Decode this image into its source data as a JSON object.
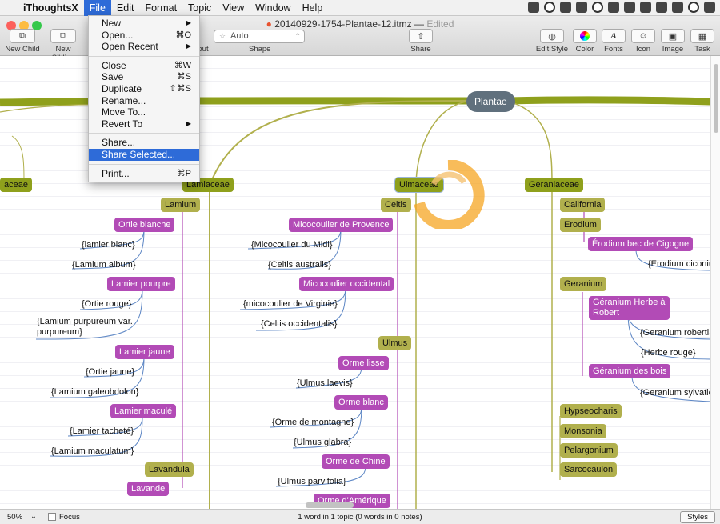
{
  "menubar": {
    "app": "iThoughtsX",
    "items": [
      "File",
      "Edit",
      "Format",
      "Topic",
      "View",
      "Window",
      "Help"
    ]
  },
  "window": {
    "title": "20140929-1754-Plantae-12.itmz",
    "edited": "Edited"
  },
  "toolbar": {
    "new_child": "New Child",
    "new_sibling": "New Sibling",
    "shape_label": "Shape",
    "shape_value": "Auto",
    "share": "Share",
    "edit_style": "Edit Style",
    "color": "Color",
    "fonts": "Fonts",
    "icon": "Icon",
    "image": "Image",
    "task": "Task",
    "hidden_partial": "out"
  },
  "file_menu": [
    {
      "label": "New",
      "submenu": true
    },
    {
      "label": "Open...",
      "shortcut": "⌘O"
    },
    {
      "label": "Open Recent",
      "submenu": true
    },
    {
      "sep": true
    },
    {
      "label": "Close",
      "shortcut": "⌘W"
    },
    {
      "label": "Save",
      "shortcut": "⌘S"
    },
    {
      "label": "Duplicate",
      "shortcut": "⇧⌘S"
    },
    {
      "label": "Rename..."
    },
    {
      "label": "Move To..."
    },
    {
      "label": "Revert To",
      "submenu": true
    },
    {
      "sep": true
    },
    {
      "label": "Share..."
    },
    {
      "label": "Share Selected...",
      "selected": true
    },
    {
      "sep": true
    },
    {
      "label": "Print...",
      "shortcut": "⌘P"
    }
  ],
  "mindmap": {
    "root": "Plantae",
    "nodes": [
      {
        "id": "lam",
        "text": "Lamiaceae",
        "style": "o"
      },
      {
        "id": "acp",
        "text": "aceae",
        "style": "o"
      },
      {
        "id": "ulm",
        "text": "Ulmaceae",
        "style": "o"
      },
      {
        "id": "ger",
        "text": "Geraniaceae",
        "style": "o"
      },
      {
        "id": "lamium",
        "text": "Lamium",
        "style": "y"
      },
      {
        "id": "celtis",
        "text": "Celtis",
        "style": "y"
      },
      {
        "id": "cali",
        "text": "California",
        "style": "y"
      },
      {
        "id": "erod",
        "text": "Erodium",
        "style": "y"
      },
      {
        "id": "ortie",
        "text": "Ortie blanche",
        "style": "p"
      },
      {
        "id": "t1",
        "text": "{lamier blanc}",
        "style": "t"
      },
      {
        "id": "t2",
        "text": "{Lamium album}",
        "style": "t"
      },
      {
        "id": "lampour",
        "text": "Lamier pourpre",
        "style": "p"
      },
      {
        "id": "t3",
        "text": "{Ortie rouge}",
        "style": "t"
      },
      {
        "id": "t4",
        "text": "{Lamium purpureum var.\npurpureum}",
        "style": "t"
      },
      {
        "id": "lamjaune",
        "text": "Lamier jaune",
        "style": "p"
      },
      {
        "id": "t5",
        "text": "{Ortie jaune}",
        "style": "t"
      },
      {
        "id": "t6",
        "text": "{Lamium galeobdolon}",
        "style": "t"
      },
      {
        "id": "lammac",
        "text": "Lamier maculé",
        "style": "p"
      },
      {
        "id": "t7",
        "text": "{Lamier tacheté}",
        "style": "t"
      },
      {
        "id": "t8",
        "text": "{Lamium maculatum}",
        "style": "t"
      },
      {
        "id": "lavandula",
        "text": "Lavandula",
        "style": "y"
      },
      {
        "id": "lavande",
        "text": "Lavande",
        "style": "p"
      },
      {
        "id": "micprov",
        "text": "Micocoulier de Provence",
        "style": "p"
      },
      {
        "id": "t9",
        "text": "{Micocoulier du Midi}",
        "style": "t"
      },
      {
        "id": "t10",
        "text": "{Celtis australis}",
        "style": "t"
      },
      {
        "id": "micocc",
        "text": "Micocoulier occidental",
        "style": "p"
      },
      {
        "id": "t11",
        "text": "{micocoulier de Virginie}",
        "style": "t"
      },
      {
        "id": "t12",
        "text": "{Celtis occidentalis}",
        "style": "t"
      },
      {
        "id": "ulmus",
        "text": "Ulmus",
        "style": "y"
      },
      {
        "id": "ormel",
        "text": "Orme lisse",
        "style": "p"
      },
      {
        "id": "t13",
        "text": "{Ulmus laevis}",
        "style": "t"
      },
      {
        "id": "ormeb",
        "text": "Orme blanc",
        "style": "p"
      },
      {
        "id": "t14",
        "text": "{Orme de montagne}",
        "style": "t"
      },
      {
        "id": "t15",
        "text": "{Ulmus glabra}",
        "style": "t"
      },
      {
        "id": "ormec",
        "text": "Orme de Chine",
        "style": "p"
      },
      {
        "id": "t16",
        "text": "{Ulmus parvifolia}",
        "style": "t"
      },
      {
        "id": "ormea",
        "text": "Orme d'Amérique",
        "style": "p"
      },
      {
        "id": "erodbec",
        "text": "Érodium bec de Cigogne",
        "style": "p"
      },
      {
        "id": "t17",
        "text": "{Erodium ciconium",
        "style": "t"
      },
      {
        "id": "geran",
        "text": "Geranium",
        "style": "y"
      },
      {
        "id": "gerherbe",
        "text": "Géranium Herbe à\nRobert",
        "style": "p"
      },
      {
        "id": "t18",
        "text": "{Geranium robertian",
        "style": "t"
      },
      {
        "id": "t19",
        "text": "{Herbe rouge}",
        "style": "t"
      },
      {
        "id": "gerbois",
        "text": "Géranium des bois",
        "style": "p"
      },
      {
        "id": "t20",
        "text": "{Geranium sylvaticu",
        "style": "t"
      },
      {
        "id": "hyps",
        "text": "Hypseocharis",
        "style": "y"
      },
      {
        "id": "mons",
        "text": "Monsonia",
        "style": "y"
      },
      {
        "id": "pelar",
        "text": "Pelargonium",
        "style": "y"
      },
      {
        "id": "sarco",
        "text": "Sarcocaulon",
        "style": "y"
      }
    ]
  },
  "statusbar": {
    "zoom": "50%",
    "focus": "Focus",
    "info": "1 word in 1 topic (0 words in 0 notes)",
    "styles": "Styles"
  },
  "colors": {
    "accent": "#2e6bd8",
    "branch_olive": "#8fa01c",
    "topic_purple": "#b24bb6",
    "root": "#60707d"
  }
}
